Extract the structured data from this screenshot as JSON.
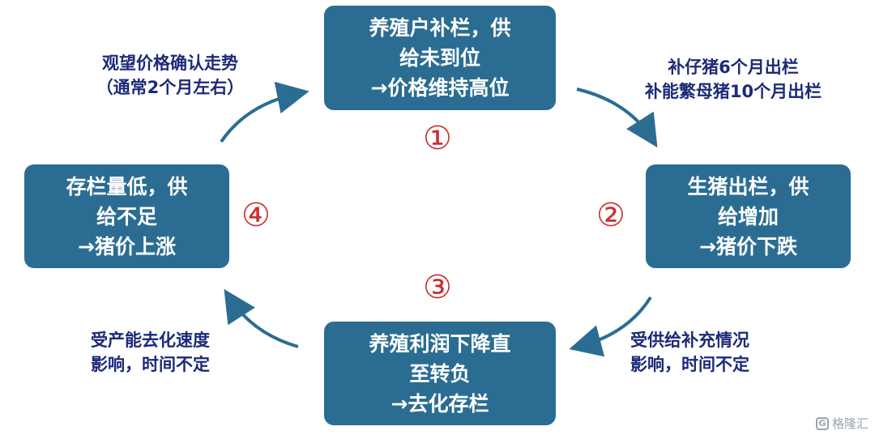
{
  "boxes": {
    "top": [
      "养殖户补栏，供",
      "给未到位",
      "→价格维持高位"
    ],
    "right": [
      "生猪出栏，供",
      "给增加",
      "→猪价下跌"
    ],
    "bottom": [
      "养殖利润下降直",
      "至转负",
      "→去化存栏"
    ],
    "left": [
      "存栏量低，供",
      "给不足",
      "→猪价上涨"
    ]
  },
  "notes": {
    "top_left": [
      "观望价格确认走势",
      "（通常2个月左右）"
    ],
    "top_right": [
      "补仔猪6个月出栏",
      "补能繁母猪10个月出栏"
    ],
    "bottom_left": [
      "受产能去化速度",
      "影响，时间不定"
    ],
    "bottom_right": [
      "受供给补充情况",
      "影响，时间不定"
    ]
  },
  "step_numbers": [
    "①",
    "②",
    "③",
    "④"
  ],
  "watermark": {
    "icon": "G",
    "text": "格隆汇"
  },
  "colors": {
    "box_fill": "#2b6d92",
    "arrow": "#2b6d92",
    "note_text": "#1c2a78",
    "step_number": "#c83030"
  }
}
